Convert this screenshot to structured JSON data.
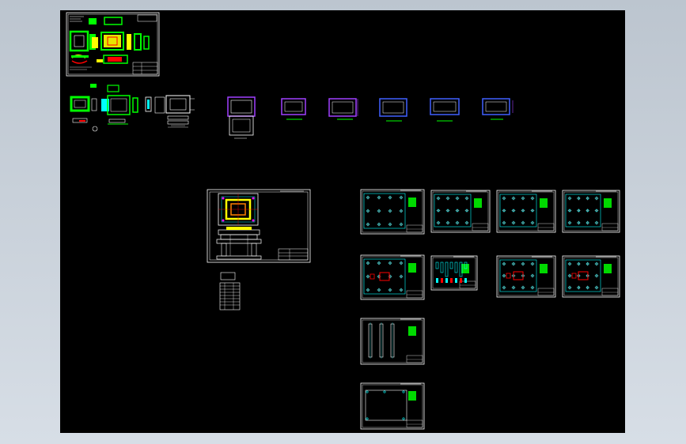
{
  "window": {
    "title": ""
  },
  "colors": {
    "workspace_bg": "#C5CDD6",
    "model_space": "#000000",
    "line_white": "#FFFFFF",
    "layer_green": "#00FF00",
    "layer_cyan": "#00FFFF",
    "layer_yellow": "#FFFF00",
    "layer_red": "#FF0000",
    "layer_magenta": "#FF00FF",
    "layer_blue": "#4060FF",
    "layer_purple": "#A040FF",
    "layer_orange": "#FF8000"
  },
  "drawings": {
    "assembly_sheet": "die-assembly-overview",
    "part_views_row": "die-part-views",
    "plate_views_row": "die-plate-views",
    "main_assembly_sheet": "main-assembly-drawing",
    "bom_table": "bill-of-materials",
    "plate_sheets": "plate-detail-drawings"
  },
  "icons": {
    "cursor": "crosshair-cursor"
  }
}
